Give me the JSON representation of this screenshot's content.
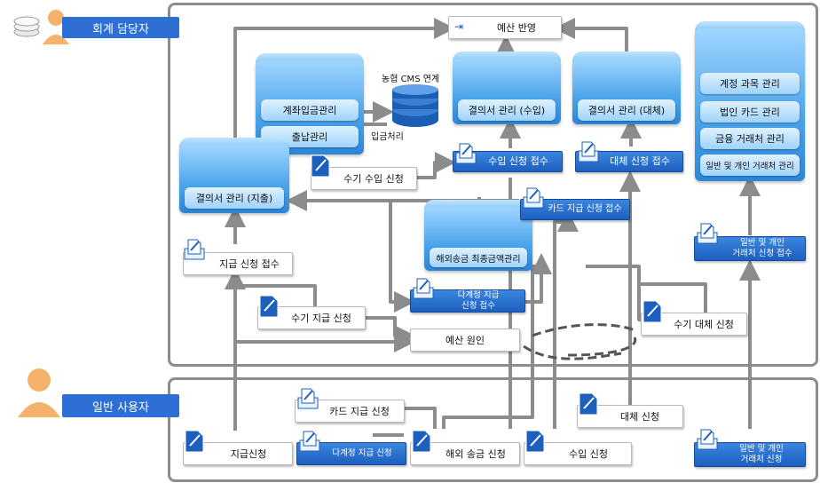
{
  "roles": {
    "accountant": "회계 담당자",
    "user": "일반 사용자"
  },
  "nodes": {
    "budget_reflect": "예산 반영",
    "budget_origin": "예산 원인",
    "account_deposit": "계좌입금관리",
    "receipt_mgmt": "출납관리",
    "cms_label": "농협 CMS 연계",
    "deposit_process": "입금처리",
    "resolution_income": "결의서 관리 (수입)",
    "resolution_transfer": "결의서 관리 (대체)",
    "resolution_expense": "결의서 관리 (지출)",
    "overseas_final": "해외송금 최종금액관리",
    "account_subject": "계정 과목 관리",
    "corp_card": "법인 카드 관리",
    "finance_partner": "금융 거래처 관리",
    "general_partner": "일반 및 개인 거래처 관리",
    "manual_income": "수기 수입 신청",
    "income_receive": "수입 신청 접수",
    "transfer_receive": "대체 신청 접수",
    "card_pay_receive": "카드 지급 신청 접수",
    "payment_receive": "지급 신청 접수",
    "multi_account_receive": "다계정 지급\n신청 접수",
    "partner_receive": "일반 및 개인\n거래처 신청 접수",
    "manual_pay": "수기 지급 신청",
    "manual_transfer": "수기 대체 신청",
    "card_pay_req": "카드 지급 신청",
    "transfer_req": "대체 신청",
    "pay_req": "지급신청",
    "multi_account_req": "다계정 지급 신청",
    "overseas_req": "해외 송금 신청",
    "income_req": "수입 신청",
    "partner_req": "일반 및 개인\n거래처 신청"
  },
  "colors": {
    "arrow": "#8c8c8c",
    "role": "#2e6fd6",
    "blue_box": "#1d5fbf"
  }
}
